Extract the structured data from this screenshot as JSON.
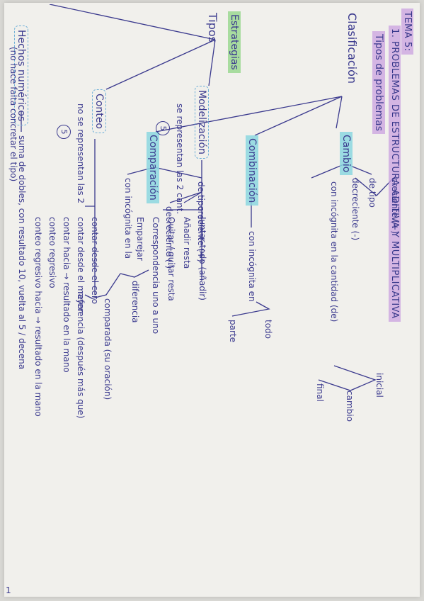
{
  "header": {
    "tema": "TEMA 5:",
    "section": "1. PROBLEMAS DE ESTRUCTURA ADITIVA Y MULTIPLICATIVA",
    "subsection": "Tipos de problemas"
  },
  "clasificacion": {
    "label": "Clasificación",
    "cambio": {
      "label": "Cambio",
      "de_tipo": "de tipo",
      "creciente": "creciente (+)",
      "decreciente": "decreciente (-)",
      "incognita": "con incógnita en la cantidad (de)",
      "inicial": "inicial",
      "cambio": "cambio",
      "final": "final"
    },
    "combinacion": {
      "label": "Combinación",
      "incognita": "con incógnita en",
      "todo": "todo",
      "parte": "parte"
    },
    "comparacion": {
      "label": "Comparación",
      "de_tipo": "de tipo",
      "creciente": "creciente (+)",
      "decreciente": "decreciente (-)",
      "incognita": "con incógnita en la",
      "diferencia": "diferencia",
      "comparada": "comparada (su oración)",
      "referencia": "referencia (después más que)"
    }
  },
  "estrategias": {
    "label": "Estrategias",
    "tipos": "Tipos",
    "modelizacion": {
      "label": "Modelización",
      "note": "se representan las 2 cant.",
      "num": "5",
      "items": [
        "Juntar todo (añadir)",
        "Añadir resta",
        "Quitar / quitar resta",
        "Correspondencia uno a uno",
        "Emparejar"
      ]
    },
    "conteo": {
      "label": "Conteo",
      "note": "no se representan las 2",
      "num": "5",
      "items": [
        "contar desde el cero",
        "contar desde el mayor",
        "contar hacia → resultado en la mano",
        "conteo regresivo",
        "conteo regresivo hacia → resultado en la mano"
      ]
    },
    "hechos": {
      "label": "Hechos numéricos",
      "text": "suma de dobles, con resultado 10, vuelta al 5 / decena",
      "note": "(no hace falta concretar el tipo)"
    }
  },
  "page_number": "1"
}
